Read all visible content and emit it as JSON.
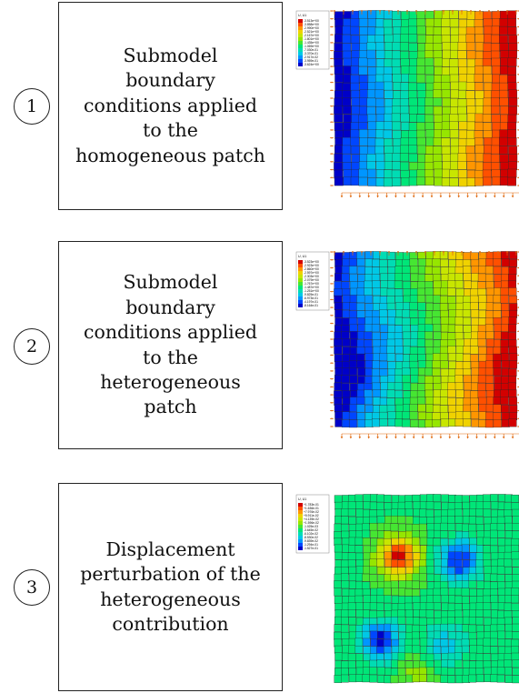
{
  "panels": [
    {
      "number": "1",
      "lines": [
        "Submodel",
        "boundary",
        "conditions applied",
        "to the",
        "homogeneous patch"
      ],
      "legend_title": "U, U1",
      "legend_values": [
        "-3.513e+00",
        "-3.858e+00",
        "-2.990e+00",
        "-2.521e+00",
        "-2.167e+00",
        "-1.801e+00",
        "-1.435e+00",
        "-1.069e+00",
        "-7.030e-01",
        "-3.370e-01",
        "-2.917e-02",
        "-3.959e-01",
        "-3.624e+00"
      ]
    },
    {
      "number": "2",
      "lines": [
        "Submodel",
        "boundary",
        "conditions applied",
        "to the",
        "heterogeneous",
        "patch"
      ],
      "legend_title": "U, U1",
      "legend_values": [
        "-3.523e+00",
        "-2.923e+00",
        "-2.860e+00",
        "-2.597e+00",
        "-2.303e+00",
        "-2.079e+00",
        "-1.767e+00",
        "-1.487e+00",
        "-1.251e+00",
        "-9.825e-01",
        "-6.973e-01",
        "-4.197e-01",
        "-8.164e-01"
      ]
    },
    {
      "number": "3",
      "lines": [
        "Displacement",
        "perturbation of the",
        "heterogeneous",
        "contribution"
      ],
      "legend_title": "U, U1",
      "legend_values": [
        "+1.783e-01",
        "+1.636e-01",
        "+7.976e-02",
        "+5.911e-02",
        "+4.139e-02",
        "+1.596e-02",
        "-1.025e-03",
        "-3.645e-02",
        "-6.102e-02",
        "-8.530e-02",
        "-9.839e-02",
        "-1.294e-01",
        "-1.527e-01"
      ]
    }
  ],
  "colors": {
    "ramp": [
      "#0000c8",
      "#0046ff",
      "#0096ff",
      "#00c8e6",
      "#00dcb4",
      "#00e678",
      "#46e632",
      "#96e600",
      "#c8e600",
      "#f0d200",
      "#ff9600",
      "#ff5000",
      "#d20000"
    ]
  }
}
